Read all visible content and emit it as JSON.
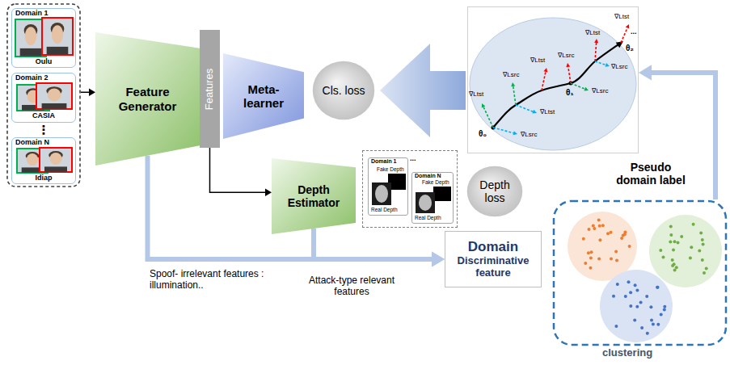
{
  "diagram": {
    "nodes": [
      {
        "text": [
          "⋮"
        ]
      },
      {
        "text": [
          "Domain 1",
          "Oulu"
        ],
        "in": 0
      },
      {
        "text": [
          "Domain 2",
          "CASIA"
        ],
        "in": 0
      },
      {
        "text": [
          "Domain N",
          "Idiap"
        ],
        "in": 0
      },
      {
        "text": [
          "Feature Generator"
        ]
      },
      {
        "text": [
          "Features"
        ]
      },
      {
        "text": [
          "Meta- learner"
        ]
      },
      {
        "text": [
          "Cls. loss"
        ]
      },
      {
        "text": [
          "θ₀",
          "∇Ltst",
          "∇Lsrc",
          "∇Lsrc",
          "∇Ltst",
          "∇Ltst",
          "∇Lsrc",
          "θ₁",
          "∇Lsrc",
          "∇Ltst",
          "∇Lsrc",
          "θ₂",
          "∇Ltst",
          "..."
        ]
      },
      {
        "text": [
          "Depth Estimator"
        ]
      },
      {
        "text": [
          "..."
        ]
      },
      {
        "text": [
          "Domain 1",
          "Fake Depth",
          "Real Depth"
        ],
        "in": 10
      },
      {
        "text": [
          "Domain N",
          "Fake Depth",
          "Real Depth"
        ],
        "in": 10
      },
      {
        "text": [
          "Depth loss"
        ]
      },
      {
        "text": [
          "Domain",
          "Discriminative feature"
        ]
      },
      {
        "text": [
          "Pseudo domain label",
          "clustering"
        ]
      }
    ],
    "edges": [
      {
        "from": 0,
        "to": 4,
        "arrow": "to"
      },
      {
        "from": 5,
        "to": 9,
        "arrow": "to"
      },
      {
        "from": 4,
        "to": 14,
        "arrow": "to"
      },
      {
        "from": 9,
        "to": 14,
        "arrow": "to"
      },
      {
        "from": 15,
        "to": 8,
        "arrow": "to"
      },
      {
        "from": 8,
        "to": 7,
        "arrow": "to"
      }
    ],
    "labels": [
      "Spoof- irrelevant features : illumination..",
      "Attack-type relevant features"
    ]
  }
}
